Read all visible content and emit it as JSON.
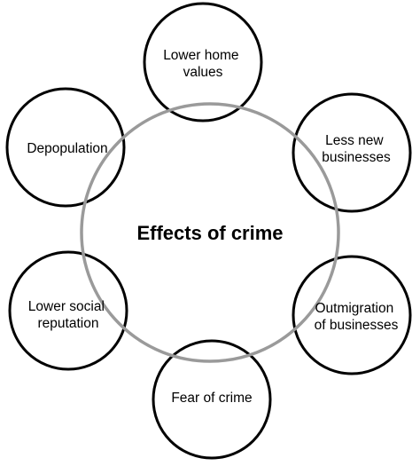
{
  "diagram": {
    "center": {
      "label": "Effects of crime",
      "ring_color": "#9a9a9a"
    },
    "node_stroke_color": "#000000",
    "nodes": [
      {
        "id": "lower-home-values",
        "lines": [
          "Lower home",
          "values"
        ]
      },
      {
        "id": "less-new-businesses",
        "lines": [
          "Less new",
          "businesses"
        ]
      },
      {
        "id": "outmigration-of-businesses",
        "lines": [
          "Outmigration",
          "of businesses"
        ]
      },
      {
        "id": "fear-of-crime",
        "lines": [
          "Fear of crime"
        ]
      },
      {
        "id": "lower-social-reputation",
        "lines": [
          "Lower social",
          "reputation"
        ]
      },
      {
        "id": "depopulation",
        "lines": [
          "Depopulation"
        ]
      }
    ]
  }
}
